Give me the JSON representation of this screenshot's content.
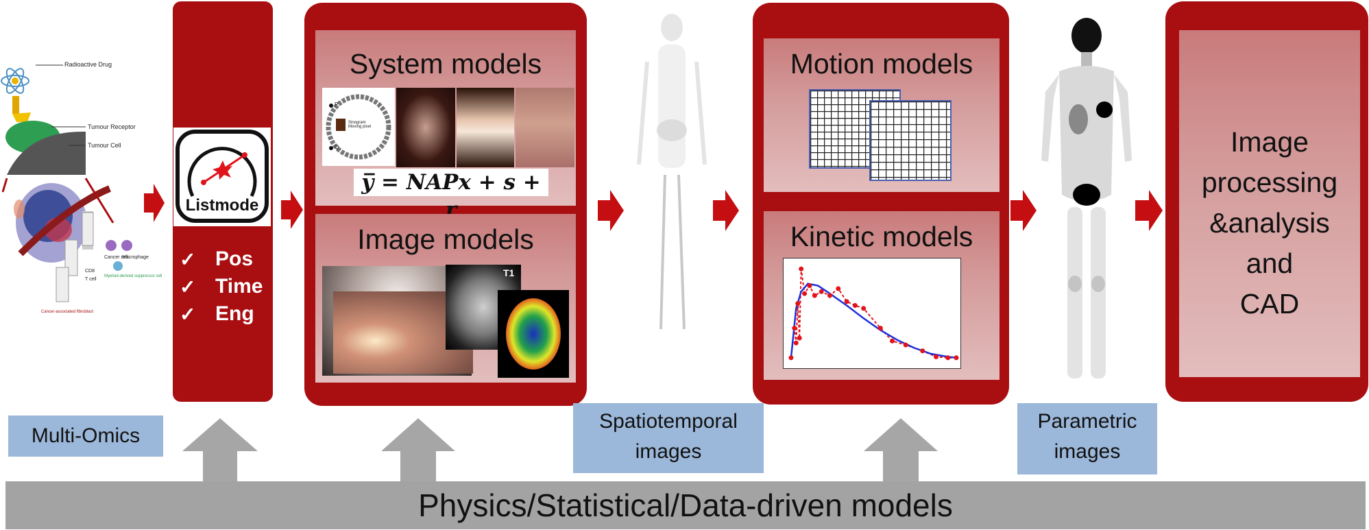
{
  "colors": {
    "dark_red": "#a90e11",
    "panel_pink": "#d49b9b",
    "blue_label": "#9bb7d9",
    "grey_bar": "#a3a3a3",
    "grey_arrow": "#a6a6a6"
  },
  "left_illustration": {
    "labels": [
      "Radioactive Drug",
      "Tumour Receptor",
      "Tumour Cell",
      "CD8",
      "T cell",
      "Cancer cell",
      "Macrophage",
      "Myeloid-derived suppressor cell",
      "Cancer-associated fibroblast"
    ]
  },
  "listmode": {
    "label": "Listmode",
    "items": [
      "Pos",
      "Time",
      "Eng"
    ]
  },
  "system_models": {
    "title": "System models",
    "sinogram_label": "Sinogram\nMoving pixel",
    "point_labels": [
      "P",
      "Q"
    ],
    "equation": "y̅ = NAPx + s + r"
  },
  "image_models": {
    "title": "Image models",
    "t1_label": "T1"
  },
  "motion_models": {
    "title": "Motion models"
  },
  "kinetic_models": {
    "title": "Kinetic models"
  },
  "kinetic_chart": {
    "fitted_curve": [
      [
        0.02,
        0.05
      ],
      [
        0.05,
        0.55
      ],
      [
        0.08,
        0.72
      ],
      [
        0.12,
        0.8
      ],
      [
        0.18,
        0.78
      ],
      [
        0.25,
        0.7
      ],
      [
        0.35,
        0.58
      ],
      [
        0.45,
        0.45
      ],
      [
        0.55,
        0.33
      ],
      [
        0.65,
        0.23
      ],
      [
        0.75,
        0.15
      ],
      [
        0.85,
        0.09
      ],
      [
        0.95,
        0.06
      ],
      [
        1.0,
        0.05
      ]
    ],
    "measured": [
      [
        0.02,
        0.05
      ],
      [
        0.04,
        0.35
      ],
      [
        0.05,
        0.2
      ],
      [
        0.06,
        0.6
      ],
      [
        0.07,
        0.25
      ],
      [
        0.08,
        0.95
      ],
      [
        0.1,
        0.7
      ],
      [
        0.13,
        0.78
      ],
      [
        0.16,
        0.68
      ],
      [
        0.2,
        0.72
      ],
      [
        0.25,
        0.68
      ],
      [
        0.3,
        0.75
      ],
      [
        0.35,
        0.62
      ],
      [
        0.4,
        0.58
      ],
      [
        0.45,
        0.55
      ],
      [
        0.55,
        0.35
      ],
      [
        0.62,
        0.22
      ],
      [
        0.7,
        0.18
      ],
      [
        0.8,
        0.12
      ],
      [
        0.88,
        0.06
      ],
      [
        0.95,
        0.05
      ],
      [
        1.0,
        0.05
      ]
    ]
  },
  "right_box": {
    "lines": [
      "Image",
      "processing",
      "&analysis",
      "and",
      "CAD"
    ]
  },
  "blue_labels": {
    "multi_omics": "Multi-Omics",
    "spatiotemporal": [
      "Spatiotemporal",
      "images"
    ],
    "parametric": [
      "Parametric",
      "images"
    ]
  },
  "bottom_bar": {
    "label": "Physics/Statistical/Data-driven models"
  }
}
